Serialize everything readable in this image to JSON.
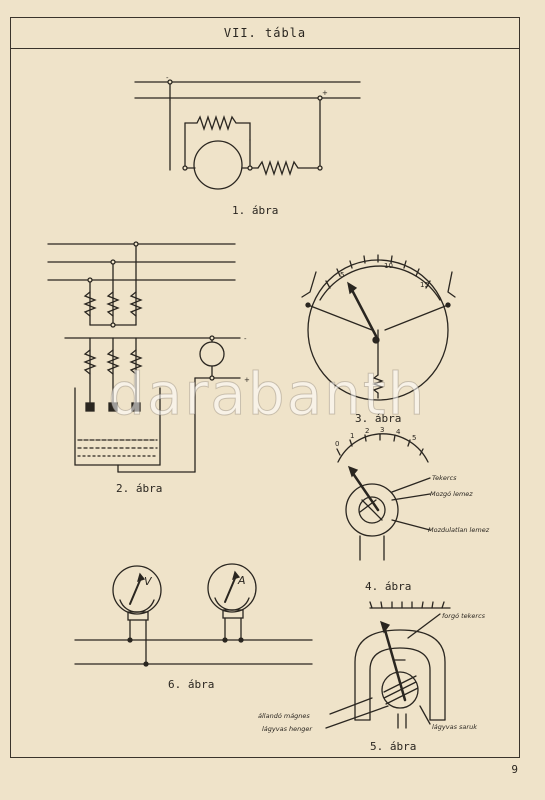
{
  "title": "VII. tábla",
  "page_number": "9",
  "watermark": "darabanth",
  "figures": {
    "fig1": {
      "caption": "1. ábra",
      "minus": "-",
      "plus": "+"
    },
    "fig2": {
      "caption": "2. ábra",
      "minus": "-",
      "plus": "+"
    },
    "fig3": {
      "caption": "3. ábra",
      "scale": [
        "5",
        "10",
        "15"
      ]
    },
    "fig4": {
      "caption": "4. ábra",
      "scale": [
        "0",
        "1",
        "2",
        "3",
        "4",
        "5"
      ],
      "labels": [
        "Tekercs",
        "Mozgó lemez",
        "Mozdulatlan lemez"
      ]
    },
    "fig5": {
      "caption": "5. ábra",
      "labels": [
        "forgó tekercs",
        "állandó mágnes",
        "lágyvas henger",
        "lágyvas saruk"
      ]
    },
    "fig6": {
      "caption": "6. ábra",
      "meters": [
        "V",
        "A"
      ]
    }
  }
}
